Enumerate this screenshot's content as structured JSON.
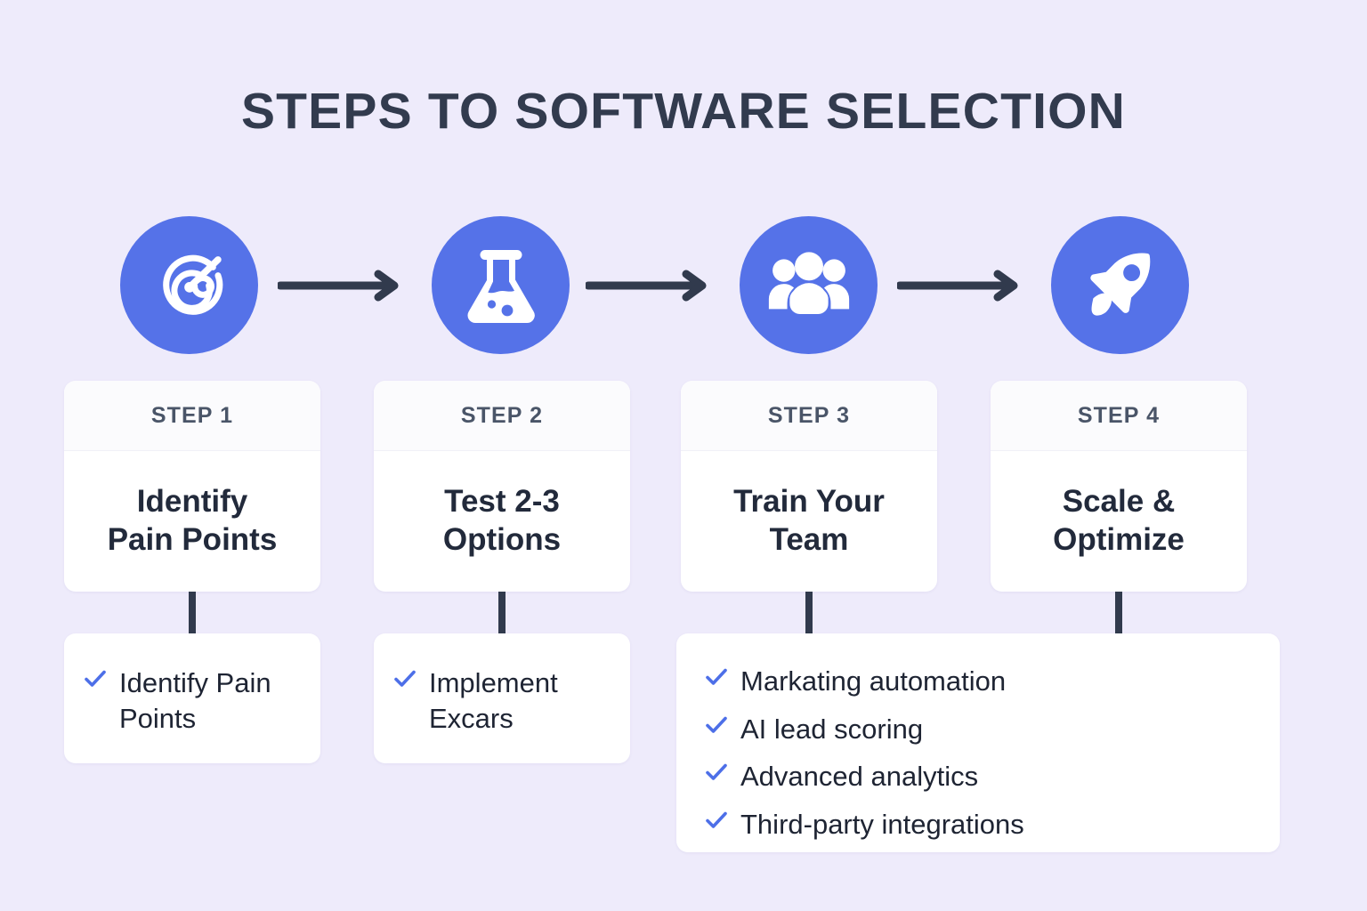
{
  "page": {
    "title": "STEPS TO SOFTWARE SELECTION",
    "background_color": "#eeebfb",
    "accent_color": "#5572e8",
    "text_color": "#222a3b",
    "arrow_color": "#313a4d"
  },
  "flow": {
    "arrow_icon_name": "arrow-right-icon",
    "icons": [
      {
        "name": "target-icon",
        "label": "target"
      },
      {
        "name": "flask-icon",
        "label": "flask"
      },
      {
        "name": "team-icon",
        "label": "team"
      },
      {
        "name": "rocket-icon",
        "label": "rocket"
      }
    ]
  },
  "steps": [
    {
      "header": "STEP 1",
      "title": "Identify\nPain Points",
      "title_line1": "Identify",
      "title_line2": "Pain Points"
    },
    {
      "header": "STEP 2",
      "title": "Test 2-3\nOptions",
      "title_line1": "Test 2-3",
      "title_line2": "Options"
    },
    {
      "header": "STEP 3",
      "title": "Train Your\nTeam",
      "title_line1": "Train Your",
      "title_line2": "Team"
    },
    {
      "header": "STEP 4",
      "title": "Scale &\nOptimize",
      "title_line1": "Scale &",
      "title_line2": "Optimize"
    }
  ],
  "details": [
    {
      "id": "detail-card-1",
      "items": [
        "Identify Pain Points"
      ]
    },
    {
      "id": "detail-card-2",
      "items": [
        "Implement Excars"
      ]
    },
    {
      "id": "detail-card-3",
      "items": [
        "Markating automation",
        "AI lead scoring",
        "Advanced analytics",
        "Third-party integrations"
      ]
    }
  ],
  "check_icon_name": "check-icon",
  "check_color": "#4d6fe8"
}
